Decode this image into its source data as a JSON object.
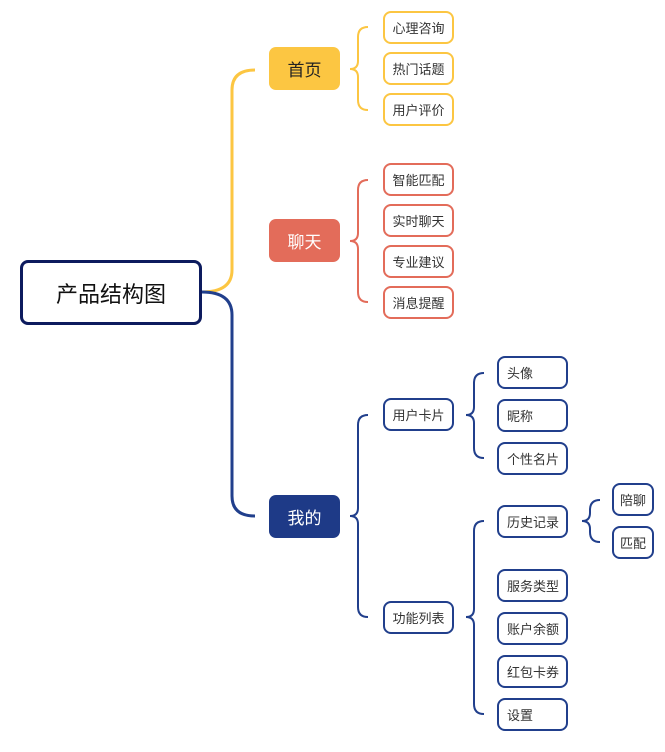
{
  "root": {
    "label": "产品结构图"
  },
  "colors": {
    "home": "#fcc642",
    "chat": "#e36c5a",
    "mine": "#1e3a87",
    "root_border": "#0d1b5e"
  },
  "home": {
    "label": "首页",
    "children": [
      "心理咨询",
      "热门话题",
      "用户评价"
    ]
  },
  "chat": {
    "label": "聊天",
    "children": [
      "智能匹配",
      "实时聊天",
      "专业建议",
      "消息提醒"
    ]
  },
  "mine": {
    "label": "我的",
    "user_card": {
      "label": "用户卡片",
      "children": [
        "头像",
        "昵称",
        "个性名片"
      ]
    },
    "features": {
      "label": "功能列表",
      "history": {
        "label": "历史记录",
        "children": [
          "陪聊",
          "匹配"
        ]
      },
      "children": [
        "服务类型",
        "账户余额",
        "红包卡券",
        "设置"
      ]
    }
  }
}
